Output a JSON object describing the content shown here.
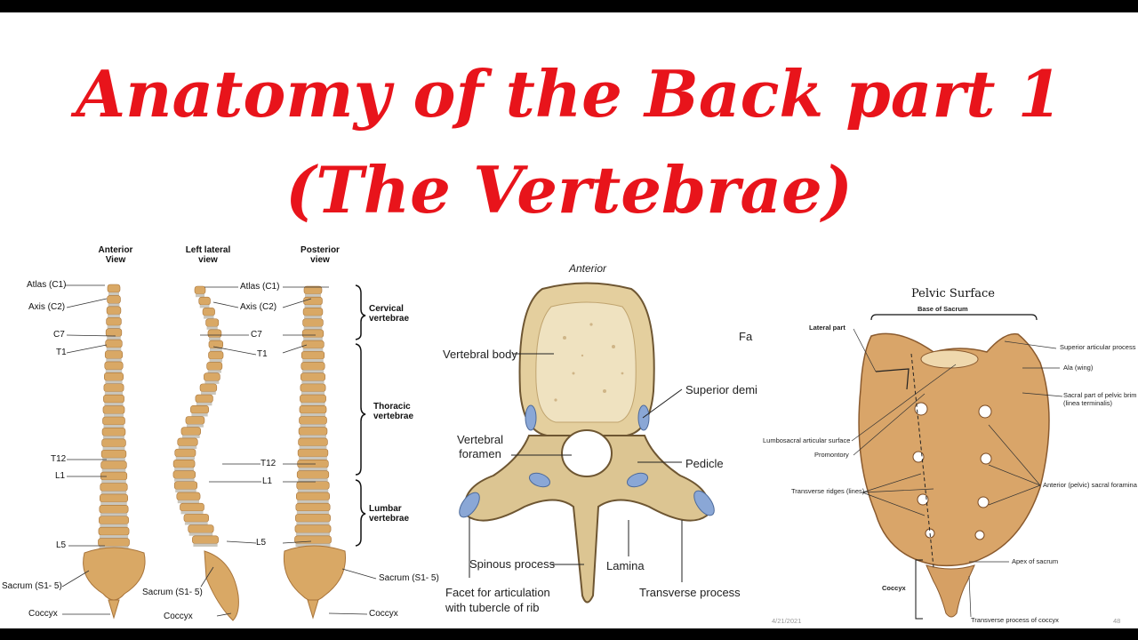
{
  "title": {
    "line1": "Anatomy of the Back part 1",
    "line2": "(The Vertebrae)"
  },
  "spine_panel": {
    "views": [
      "Anterior View",
      "Left lateral view",
      "Posterior view"
    ],
    "left_labels": [
      "Atlas (C1)",
      "Axis (C2)",
      "C7",
      "T1",
      "T12",
      "L1",
      "L5",
      "Sacrum (S1- 5)",
      "Coccyx"
    ],
    "mid_labels": [
      "Atlas (C1)",
      "Axis (C2)",
      "C7",
      "T1",
      "T12",
      "L1",
      "L5",
      "Sacrum (S1- 5)",
      "Coccyx"
    ],
    "right_labels": [
      "Sacrum (S1- 5)",
      "Coccyx"
    ],
    "regions": [
      "Cervical vertebrae",
      "Thoracic vertebrae",
      "Lumbar vertebrae"
    ]
  },
  "vertebra_panel": {
    "header": "Anterior",
    "labels": {
      "vertebral_body": "Vertebral body",
      "superior_demi": "Superior demi",
      "vertebral_foramen": "Vertebral foramen",
      "pedicle": "Pedicle",
      "spinous_process": "Spinous process",
      "lamina": "Lamina",
      "facet": "Facet for articulation with tubercle of rib",
      "transverse_process": "Transverse process",
      "cut_text": "Fa"
    }
  },
  "sacrum_panel": {
    "title": "Pelvic Surface",
    "base": "Base of Sacrum",
    "labels": {
      "lateral_part": "Lateral part",
      "superior_articular": "Superior articular process",
      "ala": "Ala (wing)",
      "sacral_part": "Sacral part of pelvic brim (linea terminalis)",
      "lumbosacral": "Lumbosacral articular surface",
      "promontory": "Promontory",
      "transverse_ridges": "Transverse ridges (lines)",
      "anterior_foramina": "Anterior (pelvic) sacral foramina",
      "apex": "Apex of sacrum",
      "coccyx": "Coccyx",
      "transverse_coccyx": "Transverse process of coccyx"
    },
    "date": "4/21/2021",
    "page": "48"
  },
  "colors": {
    "title_red": "#e8141b",
    "bone": "#d9a865",
    "bone_dark": "#a8743a",
    "disc": "#c9c6bd",
    "cartilage_blue": "#8aa7d6"
  }
}
